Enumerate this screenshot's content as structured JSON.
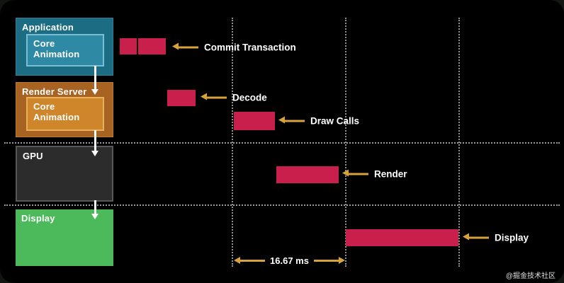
{
  "pipeline": {
    "stages": [
      {
        "label": "Application",
        "inner_label": "Core Animation"
      },
      {
        "label": "Render Server",
        "inner_label": "Core Animation"
      },
      {
        "label": "GPU"
      },
      {
        "label": "Display"
      }
    ]
  },
  "timeline": {
    "callouts": [
      {
        "label": "Commit Transaction"
      },
      {
        "label": "Decode"
      },
      {
        "label": "Draw Calls"
      },
      {
        "label": "Render"
      },
      {
        "label": "Display"
      }
    ],
    "frame_duration": "16.67 ms"
  },
  "watermark": "@掘金技术社区",
  "colors": {
    "background": "#000000",
    "bar": "#c81f4c",
    "callout_arrow": "#d7a23b",
    "flow_arrow": "#ffffff",
    "application_box": "#1c6d83",
    "application_inner": "#2e8aa4",
    "render_server_box": "#a86222",
    "render_server_inner": "#cf8529",
    "gpu_box": "#2c2c2c",
    "display_box": "#4cb95b"
  }
}
